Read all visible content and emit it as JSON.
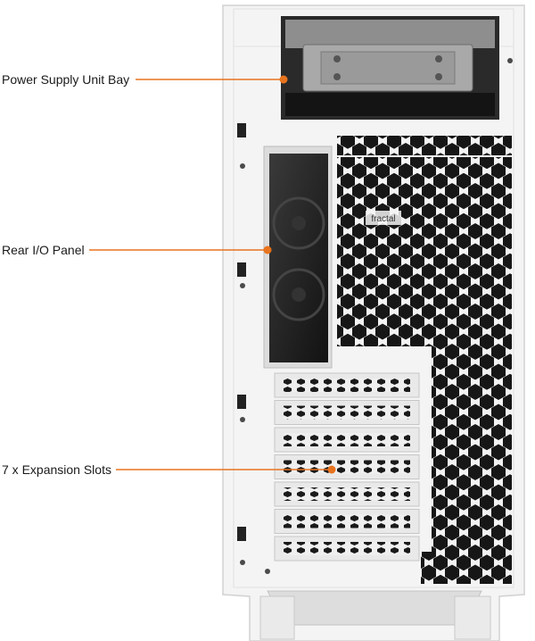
{
  "callouts": [
    {
      "id": "psu",
      "label": "Power Supply Unit Bay"
    },
    {
      "id": "io",
      "label": "Rear I/O Panel"
    },
    {
      "id": "slots",
      "label": "7 x Expansion Slots"
    }
  ],
  "colors": {
    "accent": "#e8731e",
    "case_white": "#f3f3f3",
    "case_edge": "#d4d4d4",
    "dark": "#1e1e1e"
  },
  "badge_text": "fractal"
}
